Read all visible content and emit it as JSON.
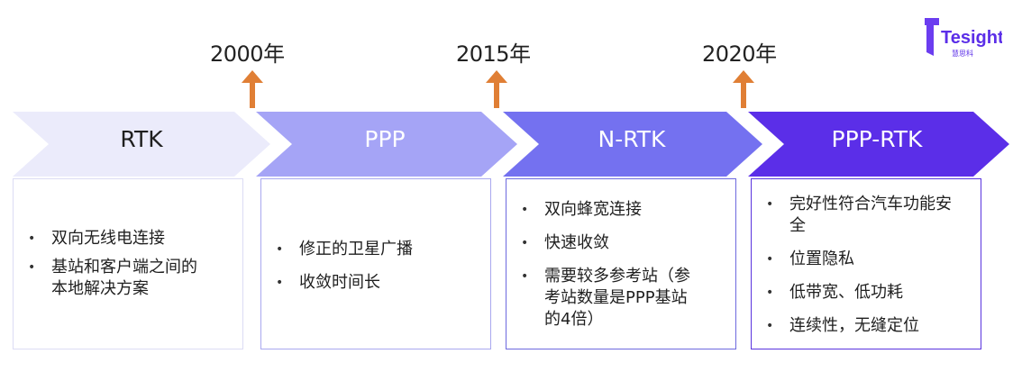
{
  "logo": {
    "text": "Tesight",
    "subtext": "慧思科"
  },
  "milestones": [
    {
      "year": "2000年"
    },
    {
      "year": "2015年"
    },
    {
      "year": "2020年"
    }
  ],
  "stages": [
    {
      "label": "RTK",
      "items": [
        "双向无线电连接",
        "基站和客户端之间的本地解决方案"
      ]
    },
    {
      "label": "PPP",
      "items": [
        "修正的卫星广播",
        "收敛时间长"
      ]
    },
    {
      "label": "N-RTK",
      "items": [
        "双向蜂宽连接",
        "快速收敛",
        "需要较多参考站（参考站数量是PPP基站的4倍）"
      ]
    },
    {
      "label": "PPP-RTK",
      "items": [
        "完好性符合汽车功能安全",
        "位置隐私",
        "低带宽、低功耗",
        "连续性，无缝定位"
      ]
    }
  ],
  "colors": {
    "stage1": "#ebebfb",
    "stage2": "#a5a4f6",
    "stage3": "#7471f0",
    "stage4": "#5b2ee8",
    "arrow": "#e07f35",
    "card1_border": "#dcdcf4",
    "card2_border": "#a9a8ef",
    "card3_border": "#6d69de",
    "card4_border": "#5a34de"
  }
}
